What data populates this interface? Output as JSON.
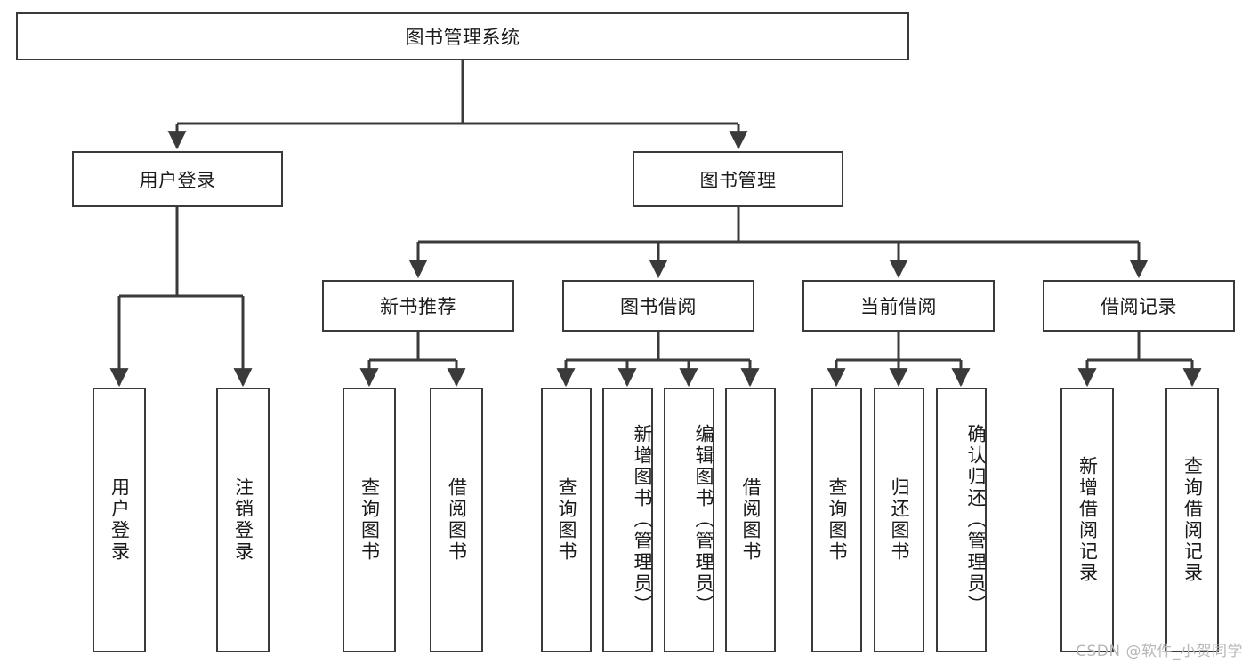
{
  "diagram": {
    "type": "tree-hierarchy",
    "title": "图书管理系统",
    "watermark": "CSDN @软件_小贺同学",
    "colors": {
      "stroke": "#3a3a3a",
      "fill": "#ffffff",
      "text": "#1a1a1a",
      "watermark": "#b7b7b7"
    },
    "root": {
      "label": "图书管理系统"
    },
    "level2": [
      {
        "label": "用户登录"
      },
      {
        "label": "图书管理"
      }
    ],
    "level3": [
      {
        "label": "新书推荐"
      },
      {
        "label": "图书借阅"
      },
      {
        "label": "当前借阅"
      },
      {
        "label": "借阅记录"
      }
    ],
    "leaves": {
      "user_login": [
        {
          "label": "用户登录"
        },
        {
          "label": "注销登录"
        }
      ],
      "new_book_recommend": [
        {
          "label": "查询图书"
        },
        {
          "label": "借阅图书"
        }
      ],
      "book_borrow": [
        {
          "label": "查询图书"
        },
        {
          "label": "新增图书（管理员）"
        },
        {
          "label": "编辑图书（管理员）"
        },
        {
          "label": "借阅图书"
        }
      ],
      "current_borrow": [
        {
          "label": "查询图书"
        },
        {
          "label": "归还图书"
        },
        {
          "label": "确认归还（管理员）"
        }
      ],
      "borrow_record": [
        {
          "label": "新增借阅记录"
        },
        {
          "label": "查询借阅记录"
        }
      ]
    }
  }
}
